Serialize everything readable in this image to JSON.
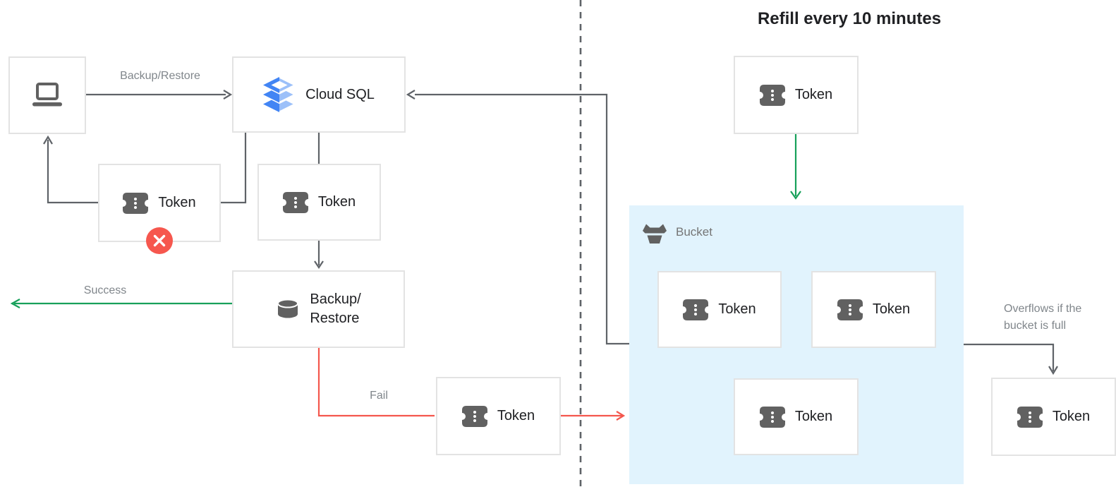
{
  "title": "Refill every 10 minutes",
  "labels": {
    "backup_restore_arrow": "Backup/Restore",
    "success": "Success",
    "fail": "Fail",
    "overflow_line1": "Overflows if the",
    "overflow_line2": "bucket is full"
  },
  "nodes": {
    "cloud_sql": {
      "label": "Cloud SQL"
    },
    "backup_restore": {
      "line1": "Backup/",
      "line2": "Restore"
    },
    "token_rejected": {
      "label": "Token"
    },
    "token_pending": {
      "label": "Token"
    },
    "token_fail": {
      "label": "Token"
    },
    "token_refill": {
      "label": "Token"
    },
    "token_overflow": {
      "label": "Token"
    },
    "bucket": {
      "label": "Bucket",
      "tokens": [
        {
          "label": "Token"
        },
        {
          "label": "Token"
        },
        {
          "label": "Token"
        }
      ]
    }
  },
  "colors": {
    "edge_dark": "#5f6368",
    "edge_red": "#f4574d",
    "edge_green": "#17a05a",
    "bucket_fill": "#e1f3fd",
    "node_border": "#e3e3e3",
    "node_text": "#202124",
    "label_gray": "#80868b",
    "icon_gray": "#616161",
    "badge_red": "#f6574e",
    "cloudsql_blue_dark": "#4285f4",
    "cloudsql_blue_light": "#9cc0f9"
  }
}
